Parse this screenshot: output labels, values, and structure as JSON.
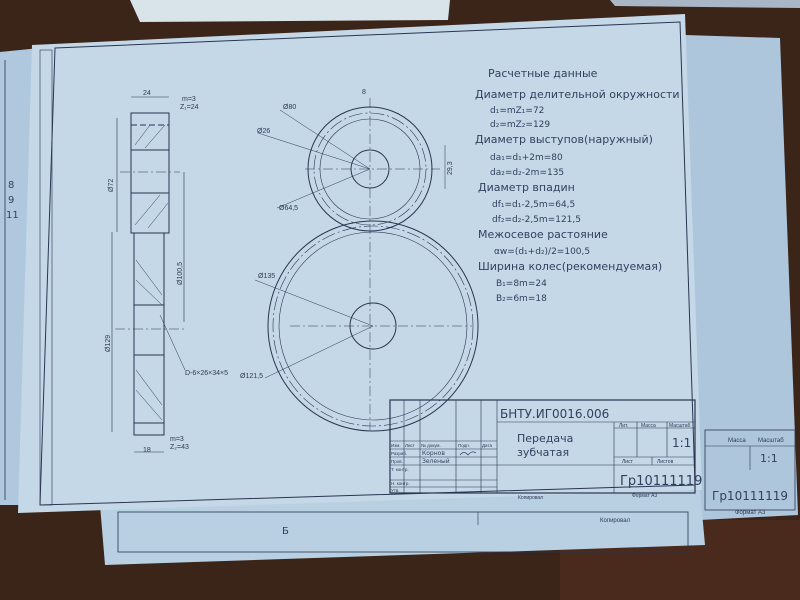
{
  "calculations": {
    "title": "Расчетные данные",
    "pitch_diameter_heading": "Диаметр делительной окружности",
    "d1": "d₁=mZ₁=72",
    "d2": "d₂=mZ₂=129",
    "tip_diameter_heading": "Диаметр выступов(наружный)",
    "da1": "dа₁=d₁+2m=80",
    "da2": "dа₂=d₂-2m=135",
    "root_diameter_heading": "Диаметр впадин",
    "df1": "df₁=d₁-2,5m=64,5",
    "df2": "df₂=d₂-2,5m=121,5",
    "center_distance_heading": "Межосевое растояние",
    "aw": "αw=(d₁+d₂)/2=100,5",
    "width_heading": "Ширина колес(рекомендуемая)",
    "b1": "B₁=8m=24",
    "b2": "B₂=6m=18"
  },
  "section_view": {
    "width_top": "24",
    "gear1_module": "m=3",
    "gear1_teeth": "Z₁=24",
    "dia_72": "Ø72",
    "dia_100_5": "Ø100,5",
    "dia_129": "Ø129",
    "spline": "D-6×26×34×5",
    "width_bottom": "18",
    "gear2_module": "m=3",
    "gear2_teeth": "Z₂=43"
  },
  "front_view": {
    "key_width": "8",
    "dia_80": "Ø80",
    "dia_26": "Ø26",
    "dia_64_5": "Ø64,5",
    "dim_29_3": "29,3",
    "dia_135": "Ø135",
    "dia_121_5": "Ø121,5"
  },
  "title_block": {
    "doc_code": "БНТУ.ИГ0016.006",
    "name_line1": "Передача",
    "name_line2": "зубчатая",
    "col_izm": "Изм.",
    "col_list": "Лист",
    "col_doc": "№ докум.",
    "col_sign": "Подп.",
    "col_date": "Дата",
    "row_developed": "Разраб.",
    "row_checked": "Пров.",
    "row_tcontrol": "Т. контр.",
    "row_ncontrol": "Н. контр.",
    "row_approved": "Утв.",
    "developer": "Корнов",
    "checker": "Зеленый",
    "lit": "Лит.",
    "mass": "Масса",
    "scale_label": "Масштаб",
    "scale": "1:1",
    "sheet": "Лист",
    "sheets": "Листов",
    "group": "Гр10111119",
    "copied": "Копировал",
    "format": "Формат А3"
  },
  "back_sheet": {
    "scale": "1:1",
    "group": "Гр10111119",
    "format": "Формат А3",
    "copied": "Копировал",
    "mass": "Масса",
    "scale_label": "Масштаб",
    "letter": "Б"
  },
  "left_sheet": {
    "numbers": [
      "8",
      "9",
      "11"
    ]
  },
  "colors": {
    "table": "#3b2519",
    "paper": "#c4d8e8",
    "ink": "#2a3550"
  }
}
